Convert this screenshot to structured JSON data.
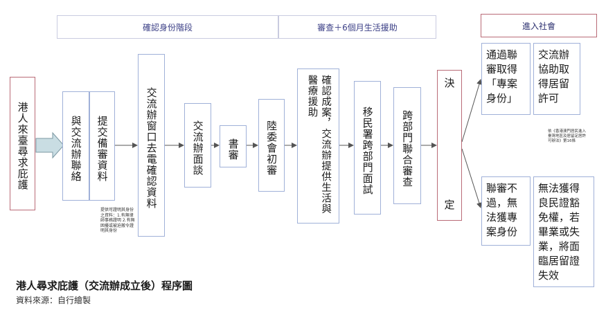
{
  "stages": {
    "identity": "確認身份階段",
    "review": "審查＋6個月生活援助",
    "society": "進入社會"
  },
  "nodes": {
    "start": "港人來臺尋求庇護",
    "contact": "與交流辦聯絡",
    "submit": "提交備審資料",
    "phone_check": "交流辦窗口去電確認資料",
    "interview": "交流辦面談",
    "paper_review": "書審",
    "mac_review": "陸委會初審",
    "confirm_case": "確認成案，交流辦提供生活與醫療援助",
    "immigration": "移民署跨部門面試",
    "joint_review": "跨部門聯合審查",
    "decision_top": "決",
    "decision_bottom": "定",
    "pass": "通過聯審取得「專案身份」",
    "residence": "交流辦協助取得居留許可",
    "fail": "聯審不過，無法獲專案身份",
    "no_id": "無法獲得良民證豁免權，若畢業或失業，將面臨居留證失效"
  },
  "notes": {
    "submit_note": "提供可證明其身份之資料：1.有無律師事務證明 2.有無困擾或被迫搬令證明其身份",
    "law_note": "依《香港澳門居民進入臺灣地區及居留定居許可辦法》第16條"
  },
  "footer": {
    "title": "港人尋求庇護（交流辦成立後）程序圖",
    "source": "資料來源：自行繪製"
  },
  "colors": {
    "blue_border": "#9fb0d8",
    "red_border": "#b96a76",
    "stage_text": "#3b3f86",
    "arrow": "#555555"
  }
}
